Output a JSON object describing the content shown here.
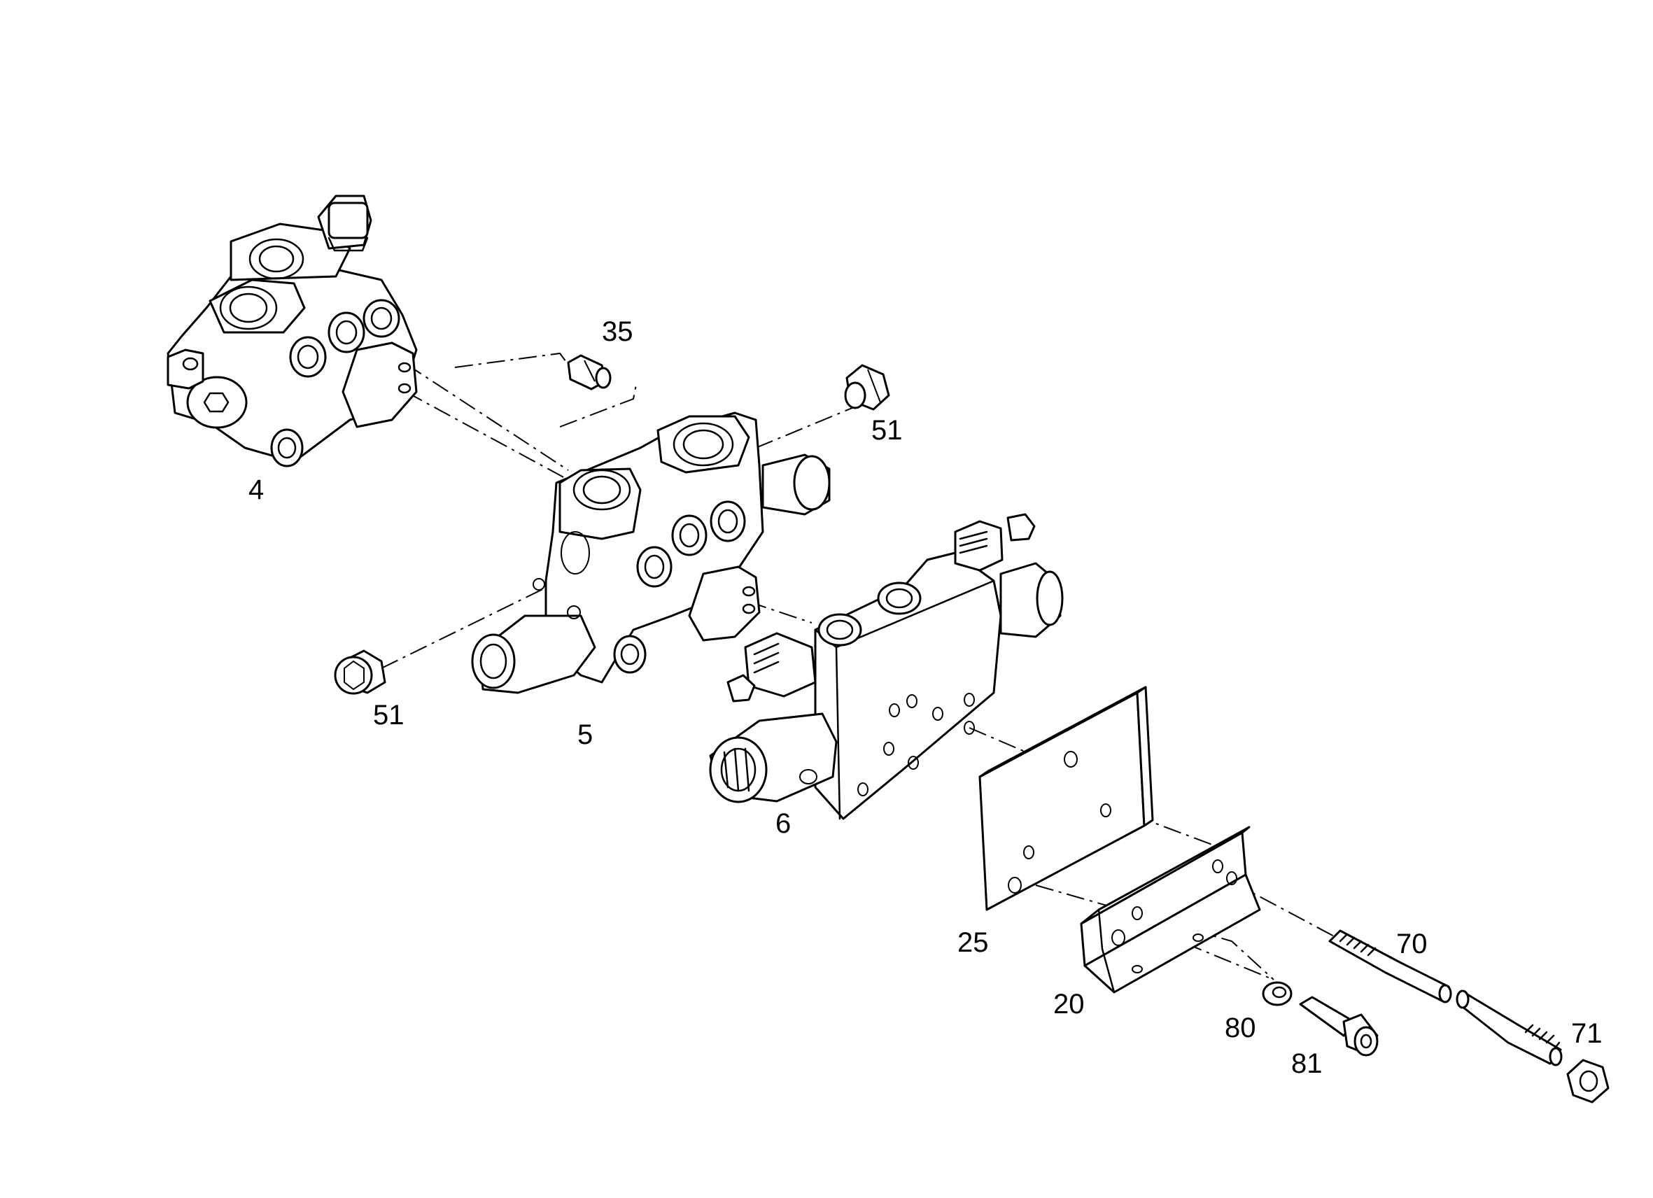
{
  "diagram": {
    "type": "exploded-parts-view",
    "callouts": {
      "p4": "4",
      "p5": "5",
      "p6": "6",
      "p20": "20",
      "p25": "25",
      "p35": "35",
      "p51a": "51",
      "p51b": "51",
      "p70": "70",
      "p71": "71",
      "p80": "80",
      "p81": "81"
    }
  }
}
